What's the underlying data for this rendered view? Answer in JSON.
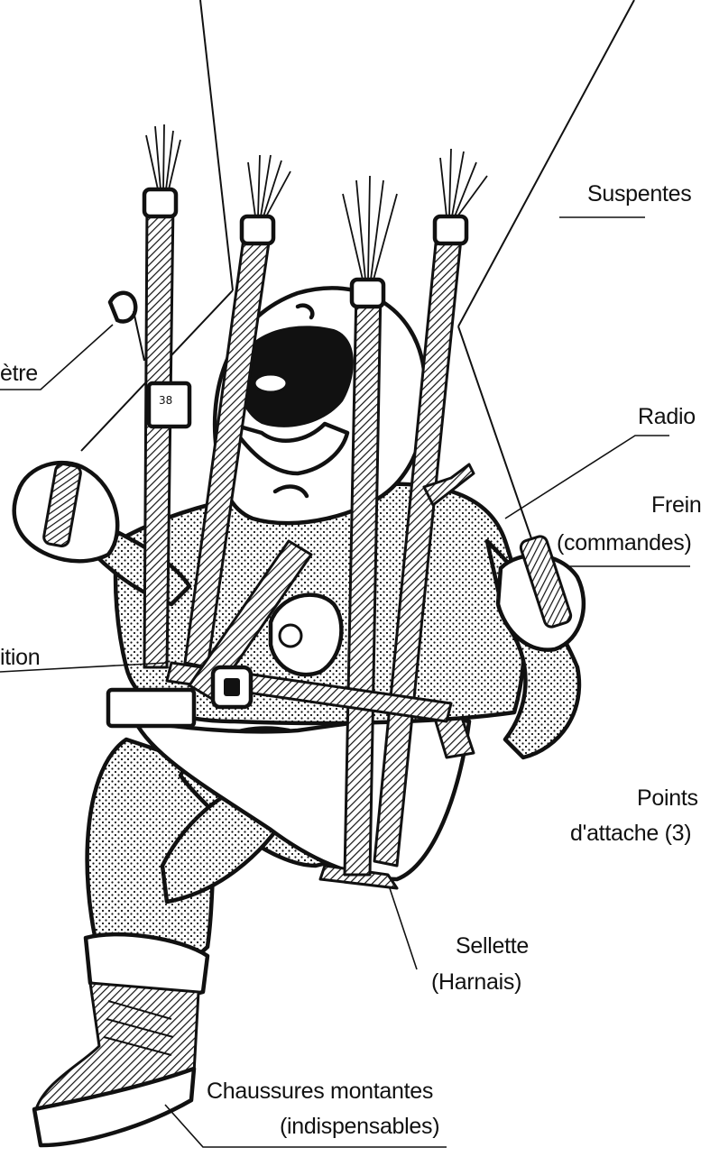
{
  "labels": {
    "altimetre": "ètre",
    "suspentes": "Suspentes",
    "radio": "Radio",
    "frein_line1": "Frein",
    "frein_line2": "(commandes)",
    "position": "ition",
    "points_line1": "Points",
    "points_line2": "d'attache (3)",
    "sellette_line1": "Sellette",
    "sellette_line2": "(Harnais)",
    "chaussures_line1": "Chaussures montantes",
    "chaussures_line2": "(indispensables)"
  },
  "illustration": {
    "subject": "paraglider pilot in harness",
    "ink_color": "#111111",
    "paper_color": "#ffffff",
    "fill_pattern": "stipple-dots",
    "strap_pattern": "diagonal-hatch"
  }
}
